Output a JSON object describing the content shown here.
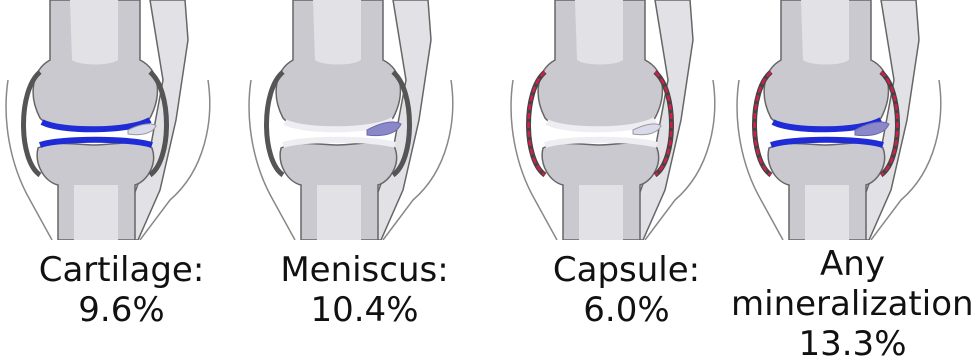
{
  "panels": [
    {
      "label": "Cartilage:",
      "value": "9.6%",
      "highlight": "cartilage"
    },
    {
      "label": "Meniscus:",
      "value": "10.4%",
      "highlight": "meniscus"
    },
    {
      "label": "Capsule:",
      "value": "6.0%",
      "highlight": "capsule"
    },
    {
      "label_line1": "Any",
      "label_line2": "mineralization:",
      "value": "13.3%",
      "highlight": "all"
    }
  ],
  "colors": {
    "bone": "#c9c9cf",
    "bone_light": "#e6e6ea",
    "outline": "#555555",
    "capsule_outline": "#444444",
    "cartilage_blue": "#1f2bd6",
    "meniscus_purple": "#8b88c9",
    "capsule_red": "#d0204a",
    "background": "#ffffff"
  }
}
